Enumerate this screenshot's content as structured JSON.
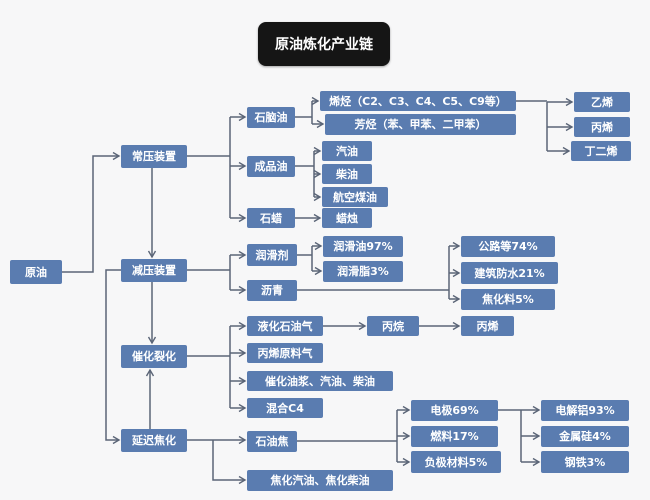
{
  "title": "原油炼化产业链",
  "colors": {
    "node_background": "#5a7cb0",
    "title_background": "#151515",
    "connector_line": "#5b6577",
    "node_text": "#ffffff",
    "page_background": "#f7f7f8"
  },
  "nodes": {
    "crude": "原油",
    "atm": "常压装置",
    "vac": "减压装置",
    "fcc": "催化裂化",
    "coking": "延迟焦化",
    "naphtha": "石脑油",
    "refined": "成品油",
    "wax": "石蜡",
    "olefins": "烯烃（C2、C3、C4、C5、C9等）",
    "aromatics": "芳烃（苯、甲苯、二甲苯）",
    "gasoline": "汽油",
    "diesel": "柴油",
    "jet": "航空煤油",
    "candle": "蜡烛",
    "ethylene": "乙烯",
    "propylene_a": "丙烯",
    "butadiene": "丁二烯",
    "lubricant": "润滑剂",
    "asphalt": "沥青",
    "lube_oil": "润滑油97%",
    "grease": "润滑脂3%",
    "road": "公路等74%",
    "waterproof": "建筑防水21%",
    "coking_feed": "焦化料5%",
    "lpg": "液化石油气",
    "propane": "丙烷",
    "propylene_b": "丙烯",
    "propylene_feed": "丙烯原料气",
    "slurry": "催化油浆、汽油、柴油",
    "c4": "混合C4",
    "petcoke": "石油焦",
    "coker_oils": "焦化汽油、焦化柴油",
    "electrode": "电极69%",
    "fuel": "燃料17%",
    "anode": "负极材料5%",
    "alu": "电解铝93%",
    "silicon": "金属硅4%",
    "steel": "钢铁3%"
  },
  "edges": [
    [
      "crude",
      "atm"
    ],
    [
      "atm",
      "vac"
    ],
    [
      "vac",
      "fcc"
    ],
    [
      "vac",
      "coking"
    ],
    [
      "coking",
      "fcc"
    ],
    [
      "atm",
      "naphtha"
    ],
    [
      "atm",
      "refined"
    ],
    [
      "atm",
      "wax"
    ],
    [
      "naphtha",
      "olefins"
    ],
    [
      "naphtha",
      "aromatics"
    ],
    [
      "olefins",
      "ethylene"
    ],
    [
      "olefins",
      "propylene_a"
    ],
    [
      "olefins",
      "butadiene"
    ],
    [
      "refined",
      "gasoline"
    ],
    [
      "refined",
      "diesel"
    ],
    [
      "refined",
      "jet"
    ],
    [
      "wax",
      "candle"
    ],
    [
      "vac",
      "lubricant"
    ],
    [
      "vac",
      "asphalt"
    ],
    [
      "lubricant",
      "lube_oil"
    ],
    [
      "lubricant",
      "grease"
    ],
    [
      "asphalt",
      "road"
    ],
    [
      "asphalt",
      "waterproof"
    ],
    [
      "asphalt",
      "coking_feed"
    ],
    [
      "fcc",
      "lpg"
    ],
    [
      "fcc",
      "propylene_feed"
    ],
    [
      "fcc",
      "slurry"
    ],
    [
      "fcc",
      "c4"
    ],
    [
      "lpg",
      "propane"
    ],
    [
      "propane",
      "propylene_b"
    ],
    [
      "coking",
      "petcoke"
    ],
    [
      "coking",
      "coker_oils"
    ],
    [
      "petcoke",
      "electrode"
    ],
    [
      "petcoke",
      "fuel"
    ],
    [
      "petcoke",
      "anode"
    ],
    [
      "electrode",
      "alu"
    ],
    [
      "electrode",
      "silicon"
    ],
    [
      "electrode",
      "steel"
    ]
  ]
}
